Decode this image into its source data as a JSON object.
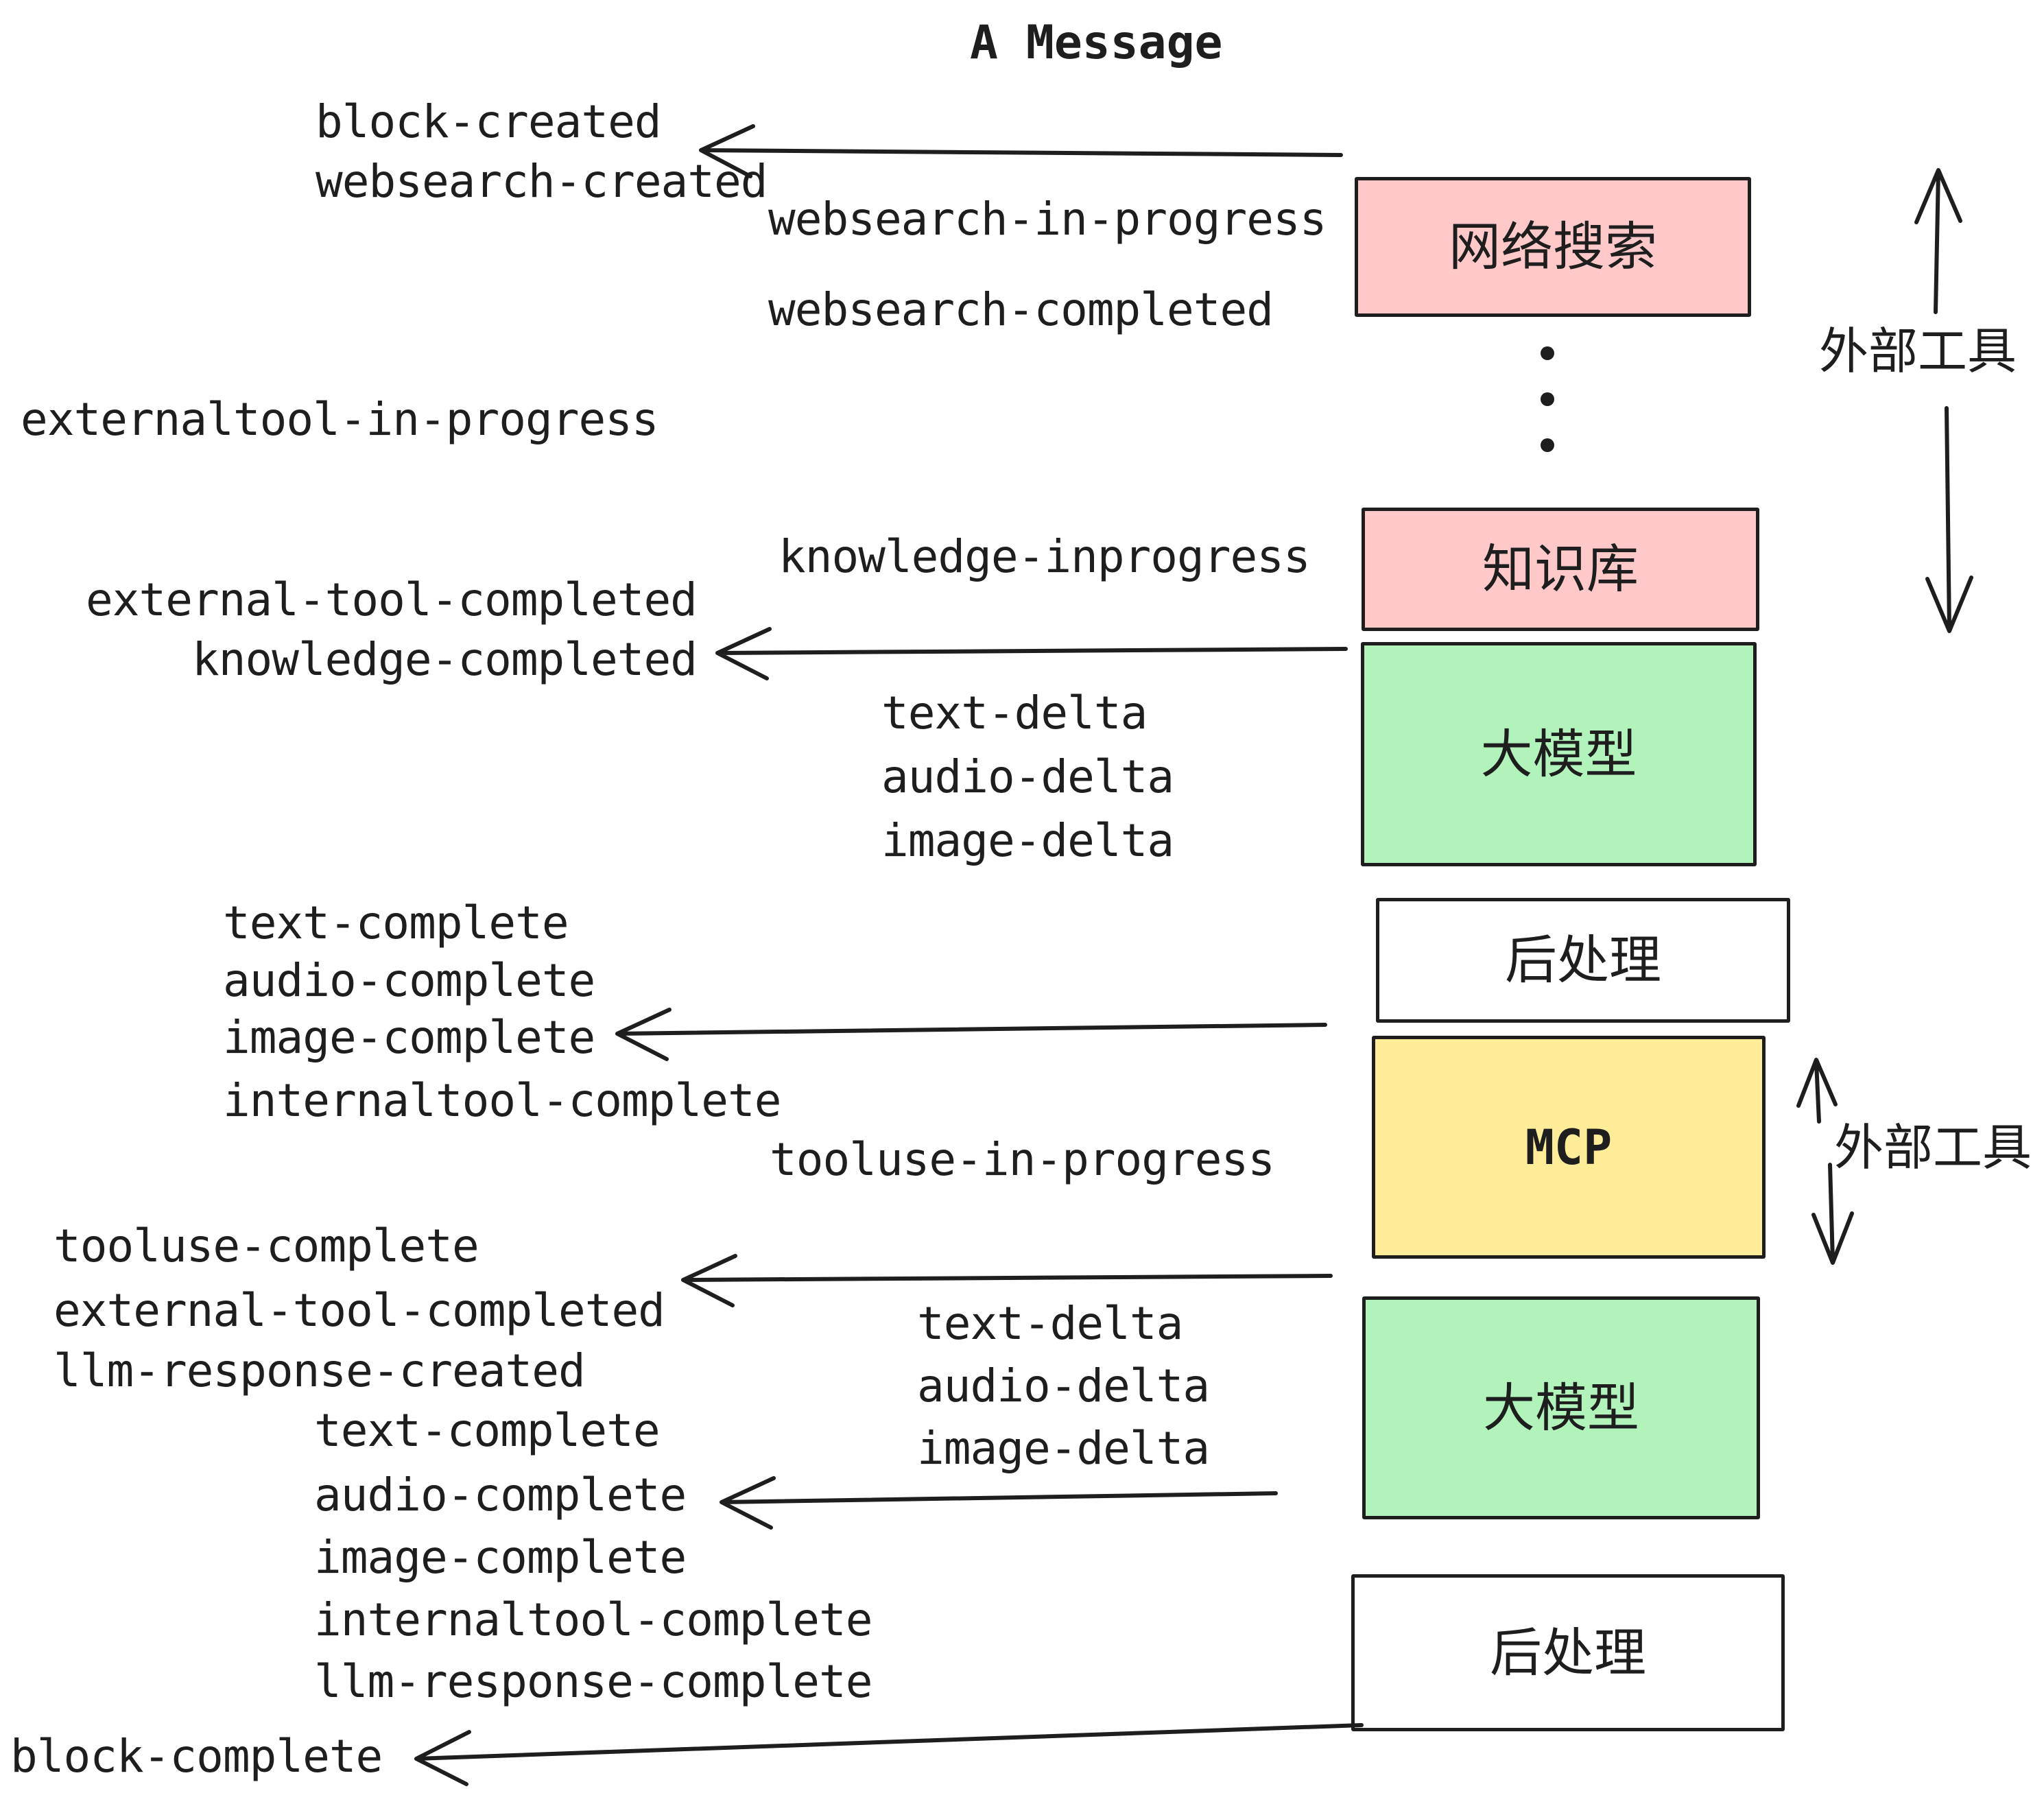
{
  "title": "A Message",
  "colors": {
    "ink": "#1e1e1e",
    "external_tool_box": "#ffc9c9",
    "llm_box": "#b2f2bb",
    "mcp_box": "#ffec99",
    "postprocess_box": "#ffffff",
    "background": "#ffffff"
  },
  "boxes": {
    "websearch": {
      "label": "网络搜索",
      "color": "#ffc9c9"
    },
    "knowledge": {
      "label": "知识库",
      "color": "#ffc9c9"
    },
    "llm1": {
      "label": "大模型",
      "color": "#b2f2bb"
    },
    "post1": {
      "label": "后处理",
      "color": "#ffffff"
    },
    "mcp": {
      "label": "MCP",
      "color": "#ffec99"
    },
    "llm2": {
      "label": "大模型",
      "color": "#b2f2bb"
    },
    "post2": {
      "label": "后处理",
      "color": "#ffffff"
    }
  },
  "side_labels": {
    "external_tools_1": "外部工具",
    "external_tools_2": "外部工具"
  },
  "events": {
    "block_created": "block-created",
    "websearch_created": "websearch-created",
    "websearch_in_progress": "websearch-in-progress",
    "websearch_completed": "websearch-completed",
    "externaltool_in_progress": "externaltool-in-progress",
    "knowledge_inprogress": "knowledge-inprogress",
    "external_tool_completed_1": "external-tool-completed",
    "knowledge_completed": "knowledge-completed",
    "text_delta_1": "text-delta",
    "audio_delta_1": "audio-delta",
    "image_delta_1": "image-delta",
    "text_complete_1": "text-complete",
    "audio_complete_1": "audio-complete",
    "image_complete_1": "image-complete",
    "internaltool_complete_1": "internaltool-complete",
    "tooluse_in_progress": "tooluse-in-progress",
    "tooluse_complete": "tooluse-complete",
    "external_tool_completed_2": "external-tool-completed",
    "llm_response_created": "llm-response-created",
    "text_delta_2": "text-delta",
    "audio_delta_2": "audio-delta",
    "image_delta_2": "image-delta",
    "text_complete_2": "text-complete",
    "audio_complete_2": "audio-complete",
    "image_complete_2": "image-complete",
    "internaltool_complete_2": "internaltool-complete",
    "llm_response_complete": "llm-response-complete",
    "block_complete": "block-complete"
  }
}
